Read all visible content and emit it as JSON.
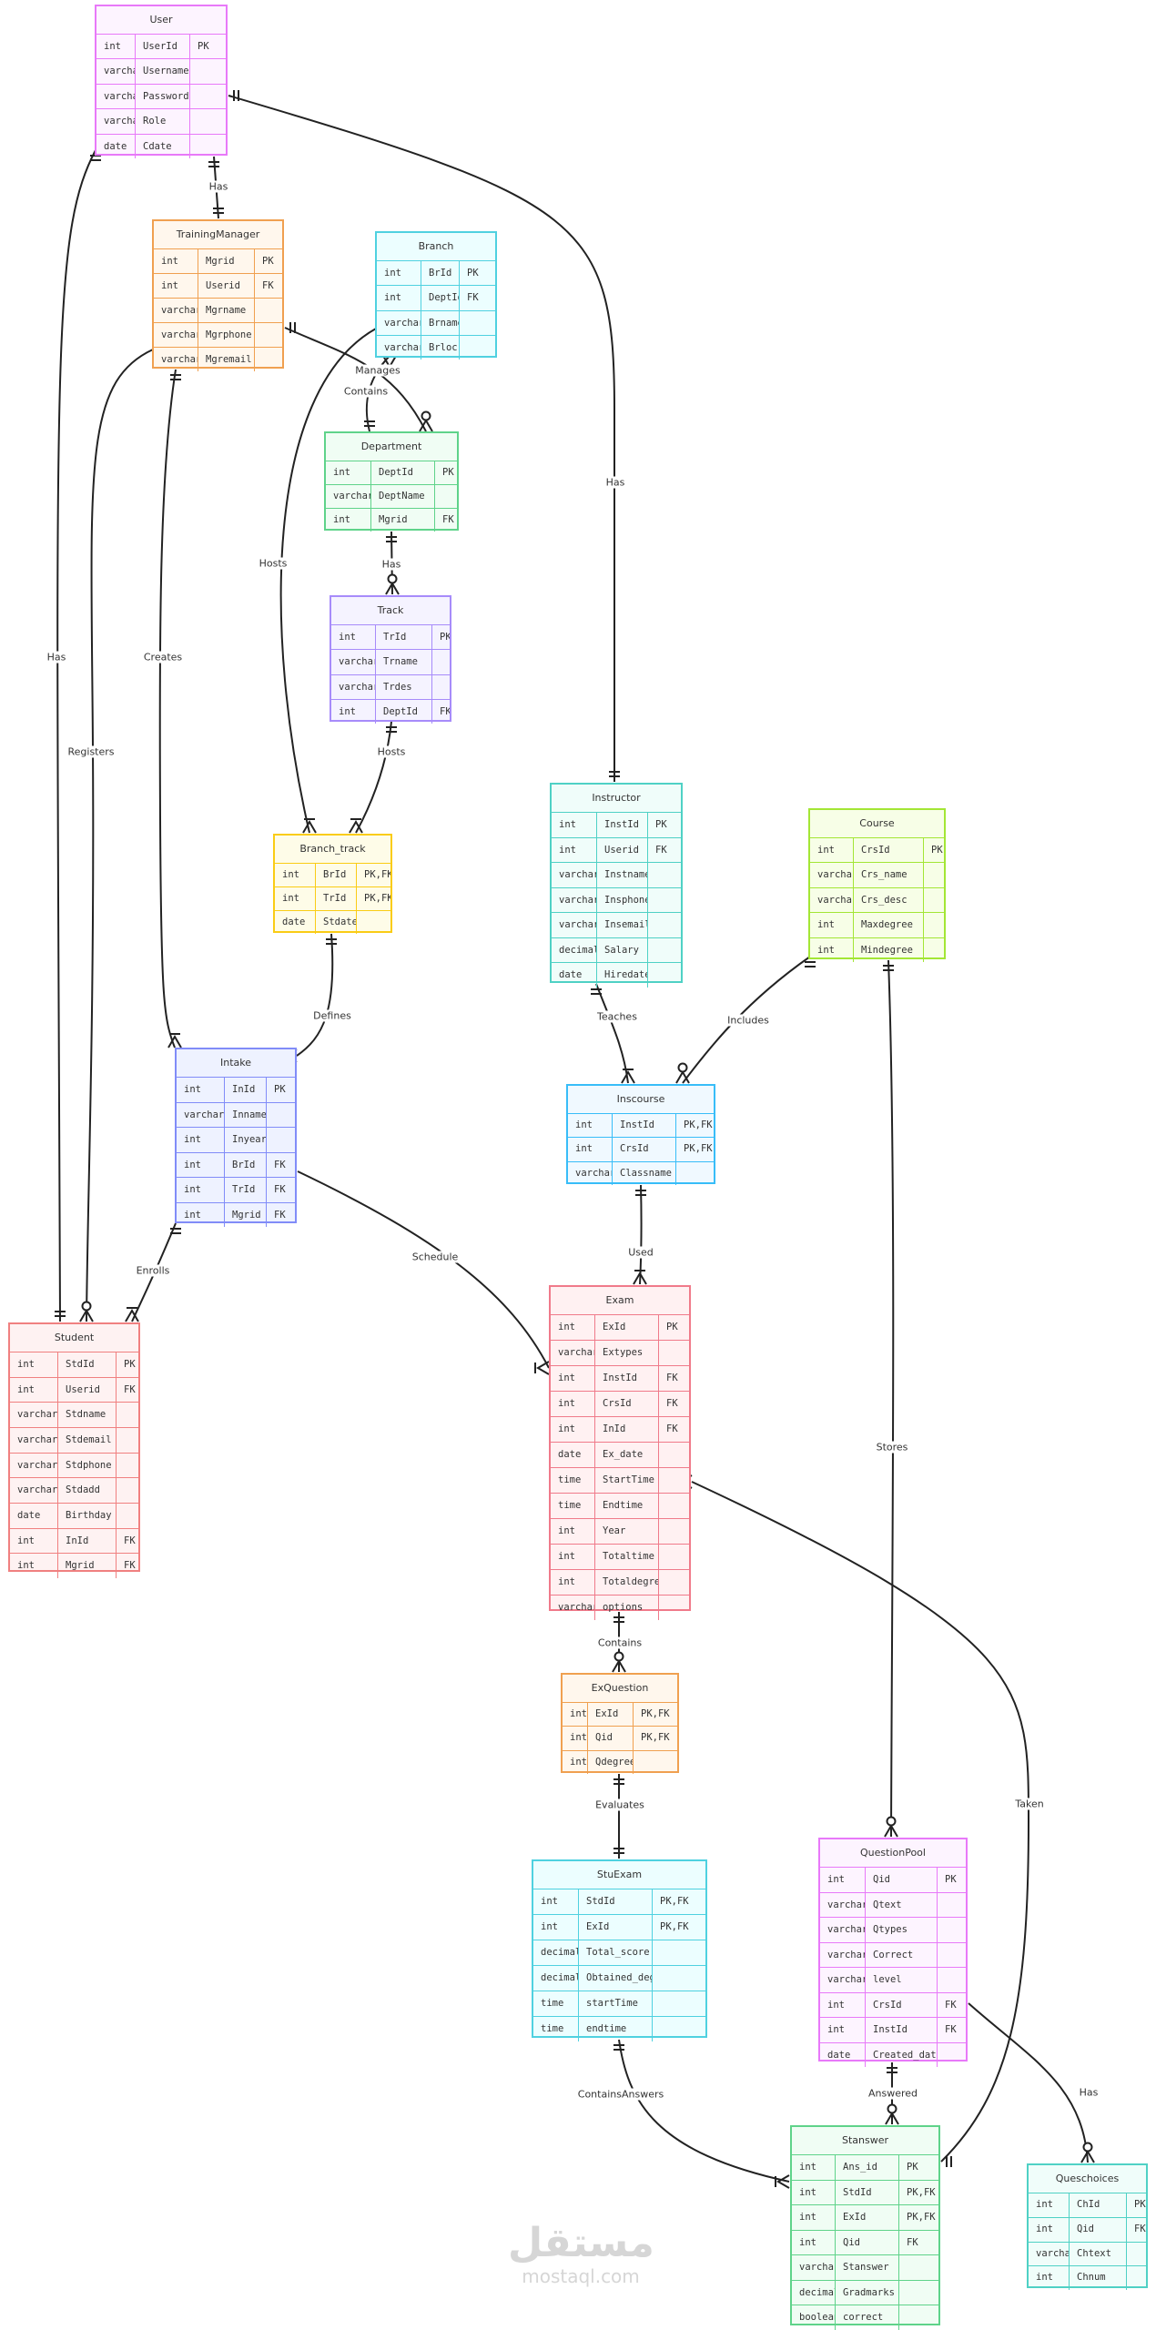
{
  "entities": [
    {
      "id": "user",
      "name": "User",
      "color": "#e879f9",
      "fill": "#fdf4ff",
      "cols": [
        [
          "int",
          "UserId",
          "PK"
        ],
        [
          "varchar",
          "Username",
          ""
        ],
        [
          "varchar",
          "Password",
          ""
        ],
        [
          "varchar",
          "Role",
          ""
        ],
        [
          "date",
          "Cdate",
          ""
        ]
      ]
    },
    {
      "id": "trainingmanager",
      "name": "TrainingManager",
      "color": "#f0a050",
      "fill": "#fff7ed",
      "cols": [
        [
          "int",
          "Mgrid",
          "PK"
        ],
        [
          "int",
          "Userid",
          "FK"
        ],
        [
          "varchar",
          "Mgrname",
          ""
        ],
        [
          "varchar",
          "Mgrphone",
          ""
        ],
        [
          "varchar",
          "Mgremail",
          ""
        ]
      ]
    },
    {
      "id": "branch",
      "name": "Branch",
      "color": "#4fd1e0",
      "fill": "#ecfeff",
      "cols": [
        [
          "int",
          "BrId",
          "PK"
        ],
        [
          "int",
          "DeptId",
          "FK"
        ],
        [
          "varchar",
          "Brname",
          ""
        ],
        [
          "varchar",
          "Brloc",
          ""
        ]
      ]
    },
    {
      "id": "department",
      "name": "Department",
      "color": "#5fd38a",
      "fill": "#f0fdf4",
      "cols": [
        [
          "int",
          "DeptId",
          "PK"
        ],
        [
          "varchar",
          "DeptName",
          ""
        ],
        [
          "int",
          "Mgrid",
          "FK"
        ]
      ]
    },
    {
      "id": "track",
      "name": "Track",
      "color": "#a78bfa",
      "fill": "#f5f3ff",
      "cols": [
        [
          "int",
          "TrId",
          "PK"
        ],
        [
          "varchar",
          "Trname",
          ""
        ],
        [
          "varchar",
          "Trdes",
          ""
        ],
        [
          "int",
          "DeptId",
          "FK"
        ]
      ]
    },
    {
      "id": "branch_track",
      "name": "Branch_track",
      "color": "#facc15",
      "fill": "#fefce8",
      "cols": [
        [
          "int",
          "BrId",
          "PK,FK"
        ],
        [
          "int",
          "TrId",
          "PK,FK"
        ],
        [
          "date",
          "Stdate",
          ""
        ]
      ]
    },
    {
      "id": "intake",
      "name": "Intake",
      "color": "#818cf8",
      "fill": "#eef2ff",
      "cols": [
        [
          "int",
          "InId",
          "PK"
        ],
        [
          "varchar",
          "Inname",
          ""
        ],
        [
          "int",
          "Inyear",
          ""
        ],
        [
          "int",
          "BrId",
          "FK"
        ],
        [
          "int",
          "TrId",
          "FK"
        ],
        [
          "int",
          "Mgrid",
          "FK"
        ]
      ]
    },
    {
      "id": "student",
      "name": "Student",
      "color": "#f08080",
      "fill": "#fef2f2",
      "cols": [
        [
          "int",
          "StdId",
          "PK"
        ],
        [
          "int",
          "Userid",
          "FK"
        ],
        [
          "varchar",
          "Stdname",
          ""
        ],
        [
          "varchar",
          "Stdemail",
          ""
        ],
        [
          "varchar",
          "Stdphone",
          ""
        ],
        [
          "varchar",
          "Stdadd",
          ""
        ],
        [
          "date",
          "Birthday",
          ""
        ],
        [
          "int",
          "InId",
          "FK"
        ],
        [
          "int",
          "Mgrid",
          "FK"
        ]
      ]
    },
    {
      "id": "instructor",
      "name": "Instructor",
      "color": "#4fd1c5",
      "fill": "#f0fdfa",
      "cols": [
        [
          "int",
          "InstId",
          "PK"
        ],
        [
          "int",
          "Userid",
          "FK"
        ],
        [
          "varchar",
          "Instname",
          ""
        ],
        [
          "varchar",
          "Insphone",
          ""
        ],
        [
          "varchar",
          "Insemail",
          ""
        ],
        [
          "decimal",
          "Salary",
          ""
        ],
        [
          "date",
          "Hiredate",
          ""
        ]
      ]
    },
    {
      "id": "course",
      "name": "Course",
      "color": "#a3e635",
      "fill": "#f7fee7",
      "cols": [
        [
          "int",
          "CrsId",
          "PK"
        ],
        [
          "varchar",
          "Crs_name",
          ""
        ],
        [
          "varchar",
          "Crs_desc",
          ""
        ],
        [
          "int",
          "Maxdegree",
          ""
        ],
        [
          "int",
          "Mindegree",
          ""
        ]
      ]
    },
    {
      "id": "inscourse",
      "name": "Inscourse",
      "color": "#38bdf8",
      "fill": "#f0f9ff",
      "cols": [
        [
          "int",
          "InstId",
          "PK,FK"
        ],
        [
          "int",
          "CrsId",
          "PK,FK"
        ],
        [
          "varchar",
          "Classname",
          ""
        ]
      ]
    },
    {
      "id": "exam",
      "name": "Exam",
      "color": "#f07a8a",
      "fill": "#fff1f2",
      "cols": [
        [
          "int",
          "ExId",
          "PK"
        ],
        [
          "varchar",
          "Extypes",
          ""
        ],
        [
          "int",
          "InstId",
          "FK"
        ],
        [
          "int",
          "CrsId",
          "FK"
        ],
        [
          "int",
          "InId",
          "FK"
        ],
        [
          "date",
          "Ex_date",
          ""
        ],
        [
          "time",
          "StartTime",
          ""
        ],
        [
          "time",
          "Endtime",
          ""
        ],
        [
          "int",
          "Year",
          ""
        ],
        [
          "int",
          "Totaltime",
          ""
        ],
        [
          "int",
          "Totaldegree",
          ""
        ],
        [
          "varchar",
          "options",
          ""
        ]
      ]
    },
    {
      "id": "exquestion",
      "name": "ExQuestion",
      "color": "#f0a050",
      "fill": "#fff7ed",
      "cols": [
        [
          "int",
          "ExId",
          "PK,FK"
        ],
        [
          "int",
          "Qid",
          "PK,FK"
        ],
        [
          "int",
          "Qdegree",
          ""
        ]
      ]
    },
    {
      "id": "stuexam",
      "name": "StuExam",
      "color": "#4fd1e0",
      "fill": "#ecfeff",
      "cols": [
        [
          "int",
          "StdId",
          "PK,FK"
        ],
        [
          "int",
          "ExId",
          "PK,FK"
        ],
        [
          "decimal",
          "Total_score",
          ""
        ],
        [
          "decimal",
          "Obtained_degree",
          ""
        ],
        [
          "time",
          "startTime",
          ""
        ],
        [
          "time",
          "endtime",
          ""
        ]
      ]
    },
    {
      "id": "questionpool",
      "name": "QuestionPool",
      "color": "#e879f9",
      "fill": "#fdf4ff",
      "cols": [
        [
          "int",
          "Qid",
          "PK"
        ],
        [
          "varchar",
          "Qtext",
          ""
        ],
        [
          "varchar",
          "Qtypes",
          ""
        ],
        [
          "varchar",
          "Correct",
          ""
        ],
        [
          "varchar",
          "level",
          ""
        ],
        [
          "int",
          "CrsId",
          "FK"
        ],
        [
          "int",
          "InstId",
          "FK"
        ],
        [
          "date",
          "Created_date",
          ""
        ]
      ]
    },
    {
      "id": "stanswer",
      "name": "Stanswer",
      "color": "#5fd38a",
      "fill": "#f0fdf4",
      "cols": [
        [
          "int",
          "Ans_id",
          "PK"
        ],
        [
          "int",
          "StdId",
          "PK,FK"
        ],
        [
          "int",
          "ExId",
          "PK,FK"
        ],
        [
          "int",
          "Qid",
          "FK"
        ],
        [
          "varchar",
          "Stanswer",
          ""
        ],
        [
          "decimal",
          "Gradmarks",
          ""
        ],
        [
          "boolean",
          "correct",
          ""
        ]
      ]
    },
    {
      "id": "queschoices",
      "name": "Queschoices",
      "color": "#4fd1c5",
      "fill": "#f0fdfa",
      "cols": [
        [
          "int",
          "ChId",
          "PK"
        ],
        [
          "int",
          "Qid",
          "FK"
        ],
        [
          "varchar",
          "Chtext",
          ""
        ],
        [
          "int",
          "Chnum",
          ""
        ]
      ]
    }
  ],
  "relationships": [
    {
      "id": "r_user_tm",
      "label": "Has"
    },
    {
      "id": "r_user_instructor",
      "label": "Has"
    },
    {
      "id": "r_user_student",
      "label": "Has"
    },
    {
      "id": "r_tm_dept",
      "label": "Manages"
    },
    {
      "id": "r_branch_dept",
      "label": "Contains"
    },
    {
      "id": "r_branch_bt",
      "label": "Hosts"
    },
    {
      "id": "r_dept_track",
      "label": "Has"
    },
    {
      "id": "r_track_bt",
      "label": "Hosts"
    },
    {
      "id": "r_tm_student",
      "label": "Registers"
    },
    {
      "id": "r_tm_intake",
      "label": "Creates"
    },
    {
      "id": "r_bt_intake",
      "label": "Defines"
    },
    {
      "id": "r_intake_student",
      "label": "Enrolls"
    },
    {
      "id": "r_intake_exam",
      "label": "Schedule"
    },
    {
      "id": "r_instructor_inscourse",
      "label": "Teaches"
    },
    {
      "id": "r_course_inscourse",
      "label": "Includes"
    },
    {
      "id": "r_inscourse_exam",
      "label": "Used"
    },
    {
      "id": "r_course_qpool",
      "label": "Stores"
    },
    {
      "id": "r_exam_exquestion",
      "label": "Contains"
    },
    {
      "id": "r_exam_stanswer",
      "label": "Taken"
    },
    {
      "id": "r_exquestion_stuexam",
      "label": "Evaluates"
    },
    {
      "id": "r_stuexam_stanswer",
      "label": "ContainsAnswers"
    },
    {
      "id": "r_qpool_stanswer",
      "label": "Answered"
    },
    {
      "id": "r_qpool_choices",
      "label": "Has"
    }
  ],
  "watermark": {
    "arabic": "مستقل",
    "latin": "mostaql.com"
  }
}
